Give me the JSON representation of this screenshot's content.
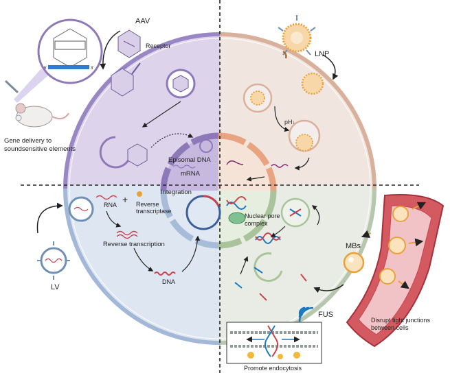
{
  "labels": {
    "aav": "AAV",
    "receptor": "Receptor",
    "gene_delivery_line1": "Gene delivery to",
    "gene_delivery_line2": "soundsensitive elements",
    "lnp": "LNP",
    "ph": "pH↓",
    "episomal_dna": "Episomal DNA",
    "mrna": "mRNA",
    "integration": "Integration",
    "rna": "RNA",
    "plus": "+",
    "reverse_transcriptase_line1": "Reverse",
    "reverse_transcriptase_line2": "transcriptase",
    "reverse_transcription": "Reverse transcription",
    "dna": "DNA",
    "nuclear_pore_line1": "Nuclear pore",
    "nuclear_pore_line2": "complex",
    "mbs": "MBs",
    "lv": "LV",
    "fus": "FUS",
    "disrupt_line1": "Disrupt tight junctions",
    "disrupt_line2": "between cells",
    "promote_endocytosis": "Promote endocytosis"
  },
  "colors": {
    "aav_quadrant": "#ddd4ec",
    "lnp_quadrant": "#f1e6df",
    "lv_quadrant": "#dde6f1",
    "fus_quadrant": "#e8ece4",
    "aav_membrane": "#9987c4",
    "lnp_membrane": "#d9b09c",
    "lv_membrane": "#a3b7d6",
    "fus_membrane": "#b7c7ad",
    "nucleus_aav": "#8e79b8",
    "nucleus_lnp": "#e8a380",
    "nucleus_lv": "#a7bcd9",
    "nucleus_fus": "#a9c49a",
    "lnp_orange": "#e9a23b",
    "vessel_red": "#c9434d",
    "fus_blue": "#1a78c2"
  }
}
